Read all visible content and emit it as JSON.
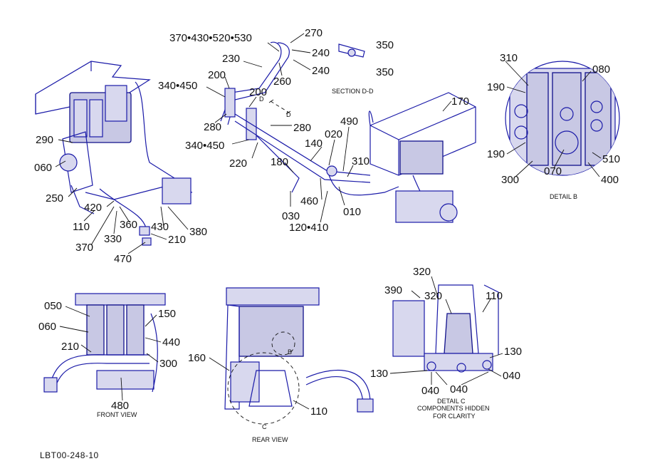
{
  "callouts": {
    "c370_430_520_530": "370•430•520•530",
    "c270": "270",
    "c350a": "350",
    "c350b": "350",
    "c240a": "240",
    "c240b": "240",
    "c230": "230",
    "c260": "260",
    "c200a": "200",
    "c200b": "200",
    "c340_450a": "340•450",
    "c340_450b": "340•450",
    "c280a": "280",
    "c280b": "280",
    "c220": "220",
    "c180": "180",
    "c140": "140",
    "c020": "020",
    "c490": "490",
    "c310a": "310",
    "c170": "170",
    "c460": "460",
    "c010": "010",
    "c030": "030",
    "c120_410": "120•410",
    "c290": "290",
    "c060a": "060",
    "c250": "250",
    "c420": "420",
    "c110a": "110",
    "c360": "360",
    "c430": "430",
    "c380": "380",
    "c330": "330",
    "c210a": "210",
    "c370": "370",
    "c470": "470",
    "c310b": "310",
    "c080": "080",
    "c190a": "190",
    "c190b": "190",
    "c510": "510",
    "c300a": "300",
    "c070": "070",
    "c400": "400",
    "c050": "050",
    "c060b": "060",
    "c150": "150",
    "c210b": "210",
    "c440": "440",
    "c300b": "300",
    "c480": "480",
    "c160": "160",
    "c110b": "110",
    "c320a": "320",
    "c390": "390",
    "c320b": "320",
    "c110c": "110",
    "c130a": "130",
    "c130b": "130",
    "c040a": "040",
    "c040b": "040",
    "c040c": "040",
    "letter_D1": "D",
    "letter_D2": "D",
    "letter_B": "B",
    "letter_C": "C"
  },
  "captions": {
    "section_dd": "SECTION D-D",
    "detail_b": "DETAIL  B",
    "front_view": "FRONT VIEW",
    "rear_view": "REAR VIEW",
    "detail_c_1": "DETAIL C",
    "detail_c_2": "COMPONENTS HIDDEN",
    "detail_c_3": "FOR CLARITY"
  },
  "reference": "LBT00-248-10",
  "colors": {
    "line": "#1a1aa8",
    "fill": "#d8d8ee",
    "text": "#111111",
    "background": "#ffffff"
  }
}
